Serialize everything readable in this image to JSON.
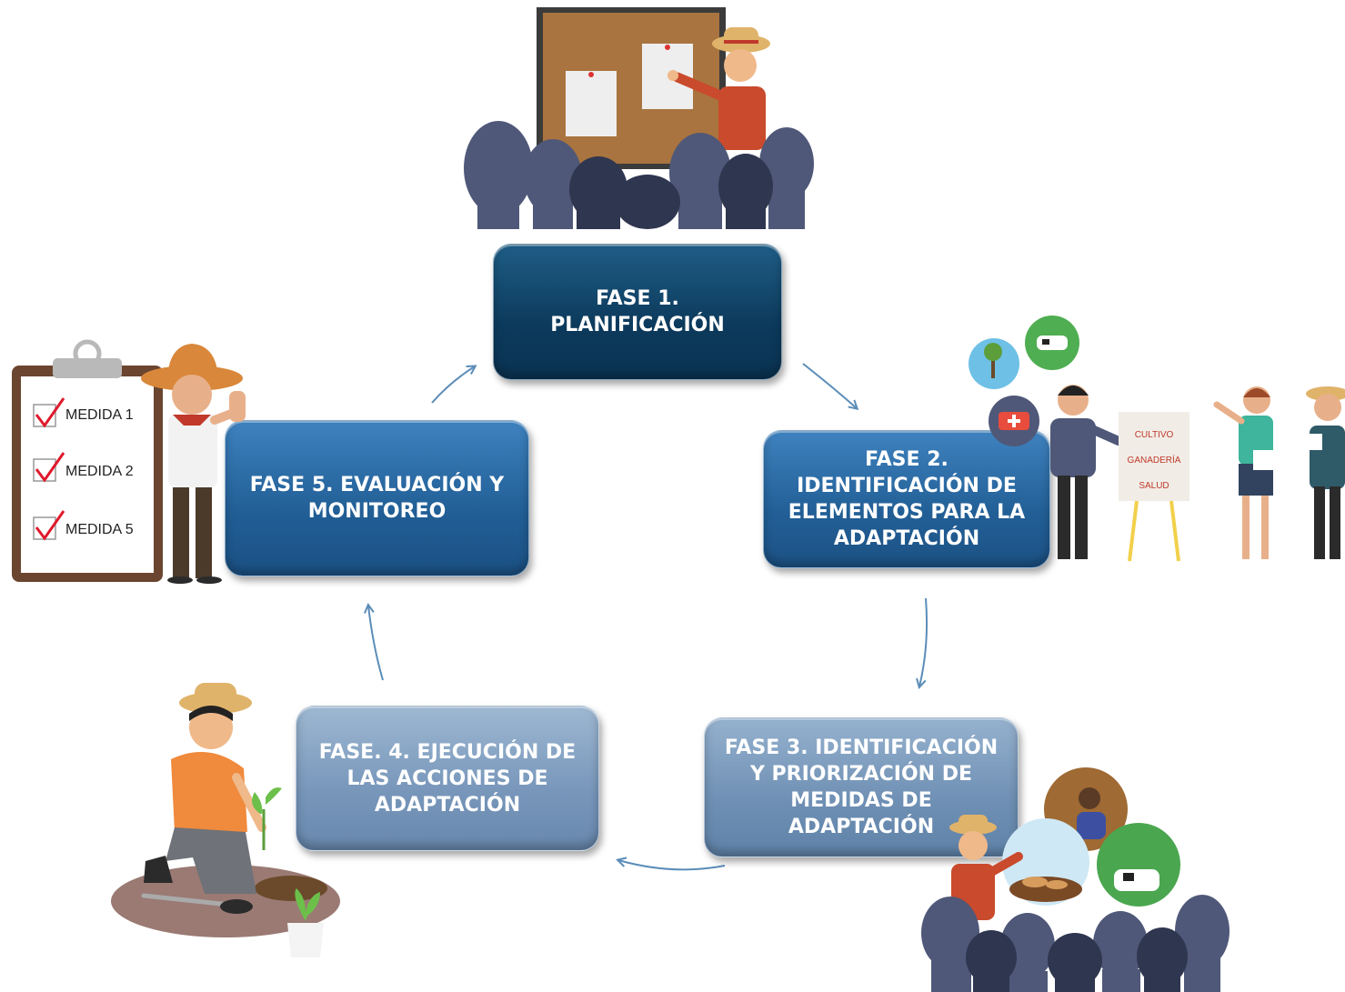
{
  "phases": [
    {
      "id": "p1",
      "label": "FASE 1. PLANIFICACIÓN"
    },
    {
      "id": "p2",
      "label": "FASE 2. IDENTIFICACIÓN DE ELEMENTOS PARA LA ADAPTACIÓN"
    },
    {
      "id": "p3",
      "label": "FASE 3. IDENTIFICACIÓN Y PRIORIZACIÓN DE MEDIDAS DE ADAPTACIÓN"
    },
    {
      "id": "p4",
      "label": "FASE. 4. EJECUCIÓN DE LAS ACCIONES DE ADAPTACIÓN"
    },
    {
      "id": "p5",
      "label": "FASE 5. EVALUACIÓN Y MONITOREO"
    }
  ],
  "checklist": [
    "MEDIDA 1",
    "MEDIDA 2",
    "MEDIDA 5"
  ],
  "flipchart": [
    "CULTIVO",
    "GANADERÍA",
    "SALUD"
  ],
  "colors": {
    "phase1": "#0c3a5c",
    "phase2": "#225f96",
    "phase3": "#6f90b4",
    "phase4": "#7796ba",
    "phase5": "#215e95",
    "arrow": "#5b8db8",
    "audience": "#4f5878",
    "check": "#e0192b"
  }
}
